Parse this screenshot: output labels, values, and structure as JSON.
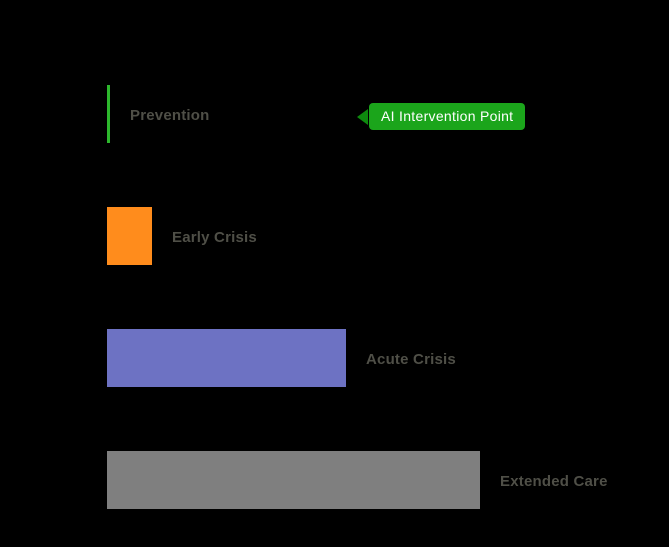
{
  "chart_data": {
    "type": "bar",
    "orientation": "horizontal",
    "title": "",
    "xlabel": "",
    "ylabel": "",
    "categories": [
      "Prevention",
      "Early Crisis",
      "Acute Crisis",
      "Extended Care"
    ],
    "values": [
      0.8,
      12,
      64,
      100
    ],
    "xlim": [
      0,
      100
    ],
    "bar_colors": [
      "#2db82d",
      "#ff8c1c",
      "#6d72c3",
      "#7f7f7f"
    ],
    "label_color": "#4f4f47",
    "background": "#000000",
    "grid": false,
    "axes_visible": false,
    "legend": "none",
    "annotation": {
      "text": "AI Intervention Point",
      "target_category": "Prevention",
      "badge_color": "#1ba51b",
      "arrow_color": "#0e8a0e",
      "text_color": "#ffffff"
    }
  }
}
